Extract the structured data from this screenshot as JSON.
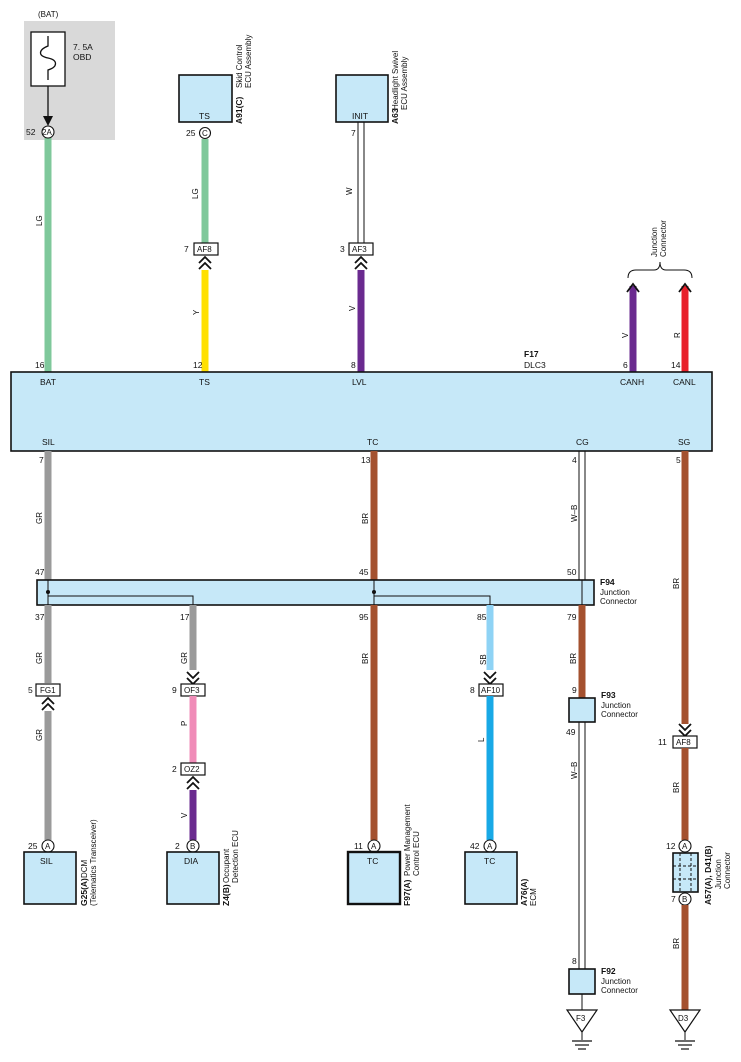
{
  "colors": {
    "LG": "#7fc89b",
    "Y": "#ffe000",
    "V": "#6a2a8f",
    "R": "#e8202a",
    "GR": "#9a9a9a",
    "BR": "#a4512f",
    "P": "#f08cb8",
    "SB": "#8fd3f5",
    "L": "#18a9e6",
    "W": "#ffffff",
    "W-B": "#ffffff",
    "box_fill": "#c6e8f8",
    "fuse_bg": "#d9d9d9"
  },
  "fuse": {
    "source": "(BAT)",
    "rating": "7. 5A",
    "name": "OBD",
    "pin": "52",
    "conn": "2A"
  },
  "components": {
    "a91c": {
      "code": "A91(C)",
      "desc1": "Skid Control",
      "desc2": "ECU Assembly",
      "term": "TS",
      "pin": "25",
      "conn": "C"
    },
    "a63": {
      "code": "A63",
      "desc1": "Headlight Swivel",
      "desc2": "ECU Assembly",
      "term": "INIT",
      "pin": "7"
    },
    "g25a": {
      "code": "G25(A)",
      "desc1": "DCM",
      "desc2": "(Telematics Transceiver)",
      "term": "SIL",
      "pin": "25",
      "conn": "A"
    },
    "z4b": {
      "code": "Z4(B)",
      "desc1": "Occupant",
      "desc2": "Detection ECU",
      "term": "DIA",
      "pin": "2",
      "conn": "B"
    },
    "f97a": {
      "code": "F97(A)",
      "desc1": "Power Management",
      "desc2": "Control ECU",
      "term": "TC",
      "pin": "11",
      "conn": "A"
    },
    "a76a": {
      "code": "A76(A)",
      "desc1": "ECM",
      "desc2": "",
      "term": "TC",
      "pin": "42",
      "conn": "A"
    }
  },
  "dlc3": {
    "code": "F17",
    "name": "DLC3",
    "top_pins": [
      {
        "term": "BAT",
        "pin": "16"
      },
      {
        "term": "TS",
        "pin": "12"
      },
      {
        "term": "LVL",
        "pin": "8"
      },
      {
        "term": "CANH",
        "pin": "6"
      },
      {
        "term": "CANL",
        "pin": "14"
      }
    ],
    "bottom_pins": [
      {
        "term": "SIL",
        "pin": "7"
      },
      {
        "term": "TC",
        "pin": "13"
      },
      {
        "term": "CG",
        "pin": "4"
      },
      {
        "term": "SG",
        "pin": "5"
      }
    ]
  },
  "can_label": {
    "line1": "Junction",
    "line2": "Connector"
  },
  "f94": {
    "code": "F94",
    "desc1": "Junction",
    "desc2": "Connector",
    "pins": {
      "p47": "47",
      "p45": "45",
      "p50": "50",
      "p37": "37",
      "p17": "17",
      "p95": "95",
      "p85": "85",
      "p79": "79"
    }
  },
  "f93": {
    "code": "F93",
    "desc1": "Junction",
    "desc2": "Connector",
    "pin_top": "9",
    "pin_bot": "49"
  },
  "f92": {
    "code": "F92",
    "desc1": "Junction",
    "desc2": "Connector",
    "pin": "8"
  },
  "a57": {
    "code": "A57(A), D41(B)",
    "desc1": "Junction",
    "desc2": "Connector",
    "pin_top": "12",
    "conn_top": "A",
    "pin_bot": "7",
    "conn_bot": "B"
  },
  "inline": {
    "af8_top": {
      "name": "AF8",
      "pin": "7"
    },
    "af3": {
      "name": "AF3",
      "pin": "3"
    },
    "fg1": {
      "name": "FG1",
      "pin": "5"
    },
    "of3": {
      "name": "OF3",
      "pin": "9"
    },
    "oz2": {
      "name": "OZ2",
      "pin": "2"
    },
    "af10": {
      "name": "AF10",
      "pin": "8"
    },
    "af8_bot": {
      "name": "AF8",
      "pin": "11"
    }
  },
  "grounds": {
    "f3": "F3",
    "d3": "D3"
  },
  "wire_labels": {
    "bat": "LG",
    "ts_upper": "LG",
    "ts_lower": "Y",
    "init_upper": "W",
    "lvl_lower": "V",
    "canh": "V",
    "canl": "R",
    "sil": "GR",
    "tc": "BR",
    "cg": "W–B",
    "sg": "BR",
    "p37a": "GR",
    "p37b": "GR",
    "p17a": "GR",
    "p17b": "P",
    "p17c": "V",
    "p95": "BR",
    "p85a": "SB",
    "p85b": "L",
    "p79": "BR",
    "f93_f92": "W–B",
    "sg_mid": "BR",
    "sg_low": "BR"
  }
}
